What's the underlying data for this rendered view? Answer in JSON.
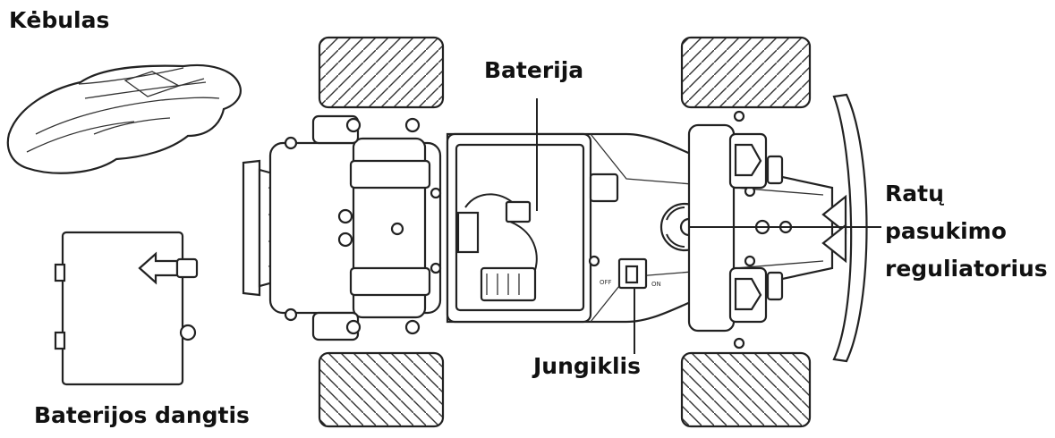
{
  "labels": {
    "body": "Kėbulas",
    "battery": "Baterija",
    "battery_cover": "Baterijos dangtis",
    "switch": "Jungiklis",
    "steering_line1": "Ratų",
    "steering_line2": "pasukimo",
    "steering_line3": "reguliatorius"
  },
  "switch_marks": {
    "off": "OFF",
    "on": "ON"
  }
}
